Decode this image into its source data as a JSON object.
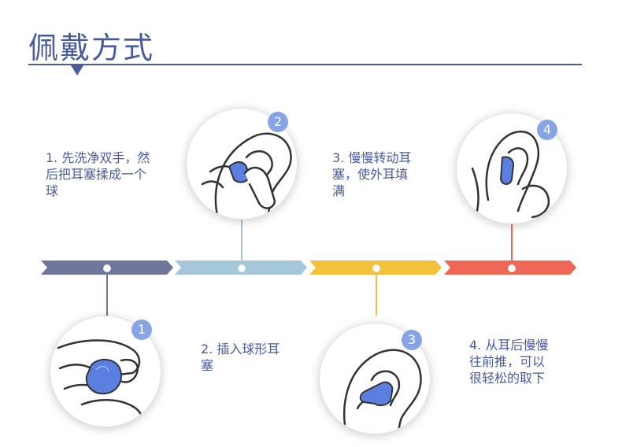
{
  "title": "佩戴方式",
  "steps": [
    {
      "label": "1. 先洗净双手，然\n后把耳塞揉成一个\n球",
      "badge": "1",
      "color": "#6e7699"
    },
    {
      "label": "2. 插入球形耳\n塞",
      "badge": "2",
      "color": "#a5c7d9"
    },
    {
      "label": "3. 慢慢转动耳\n塞，使外耳填\n满",
      "badge": "3",
      "color": "#f3c23b"
    },
    {
      "label": "4. 从耳后慢慢\n往前推，可以\n很轻松的取下",
      "badge": "4",
      "color": "#ee6754"
    }
  ],
  "colors": {
    "title": "#4a5b9c",
    "badge": "#87a5e6",
    "earplug": "#5b7fe0"
  },
  "icons": [
    "down-pointer-icon",
    "hand-squeeze-earplug-icon",
    "ear-insert-icon",
    "ear-plug-icon",
    "ear-side-view-icon"
  ]
}
